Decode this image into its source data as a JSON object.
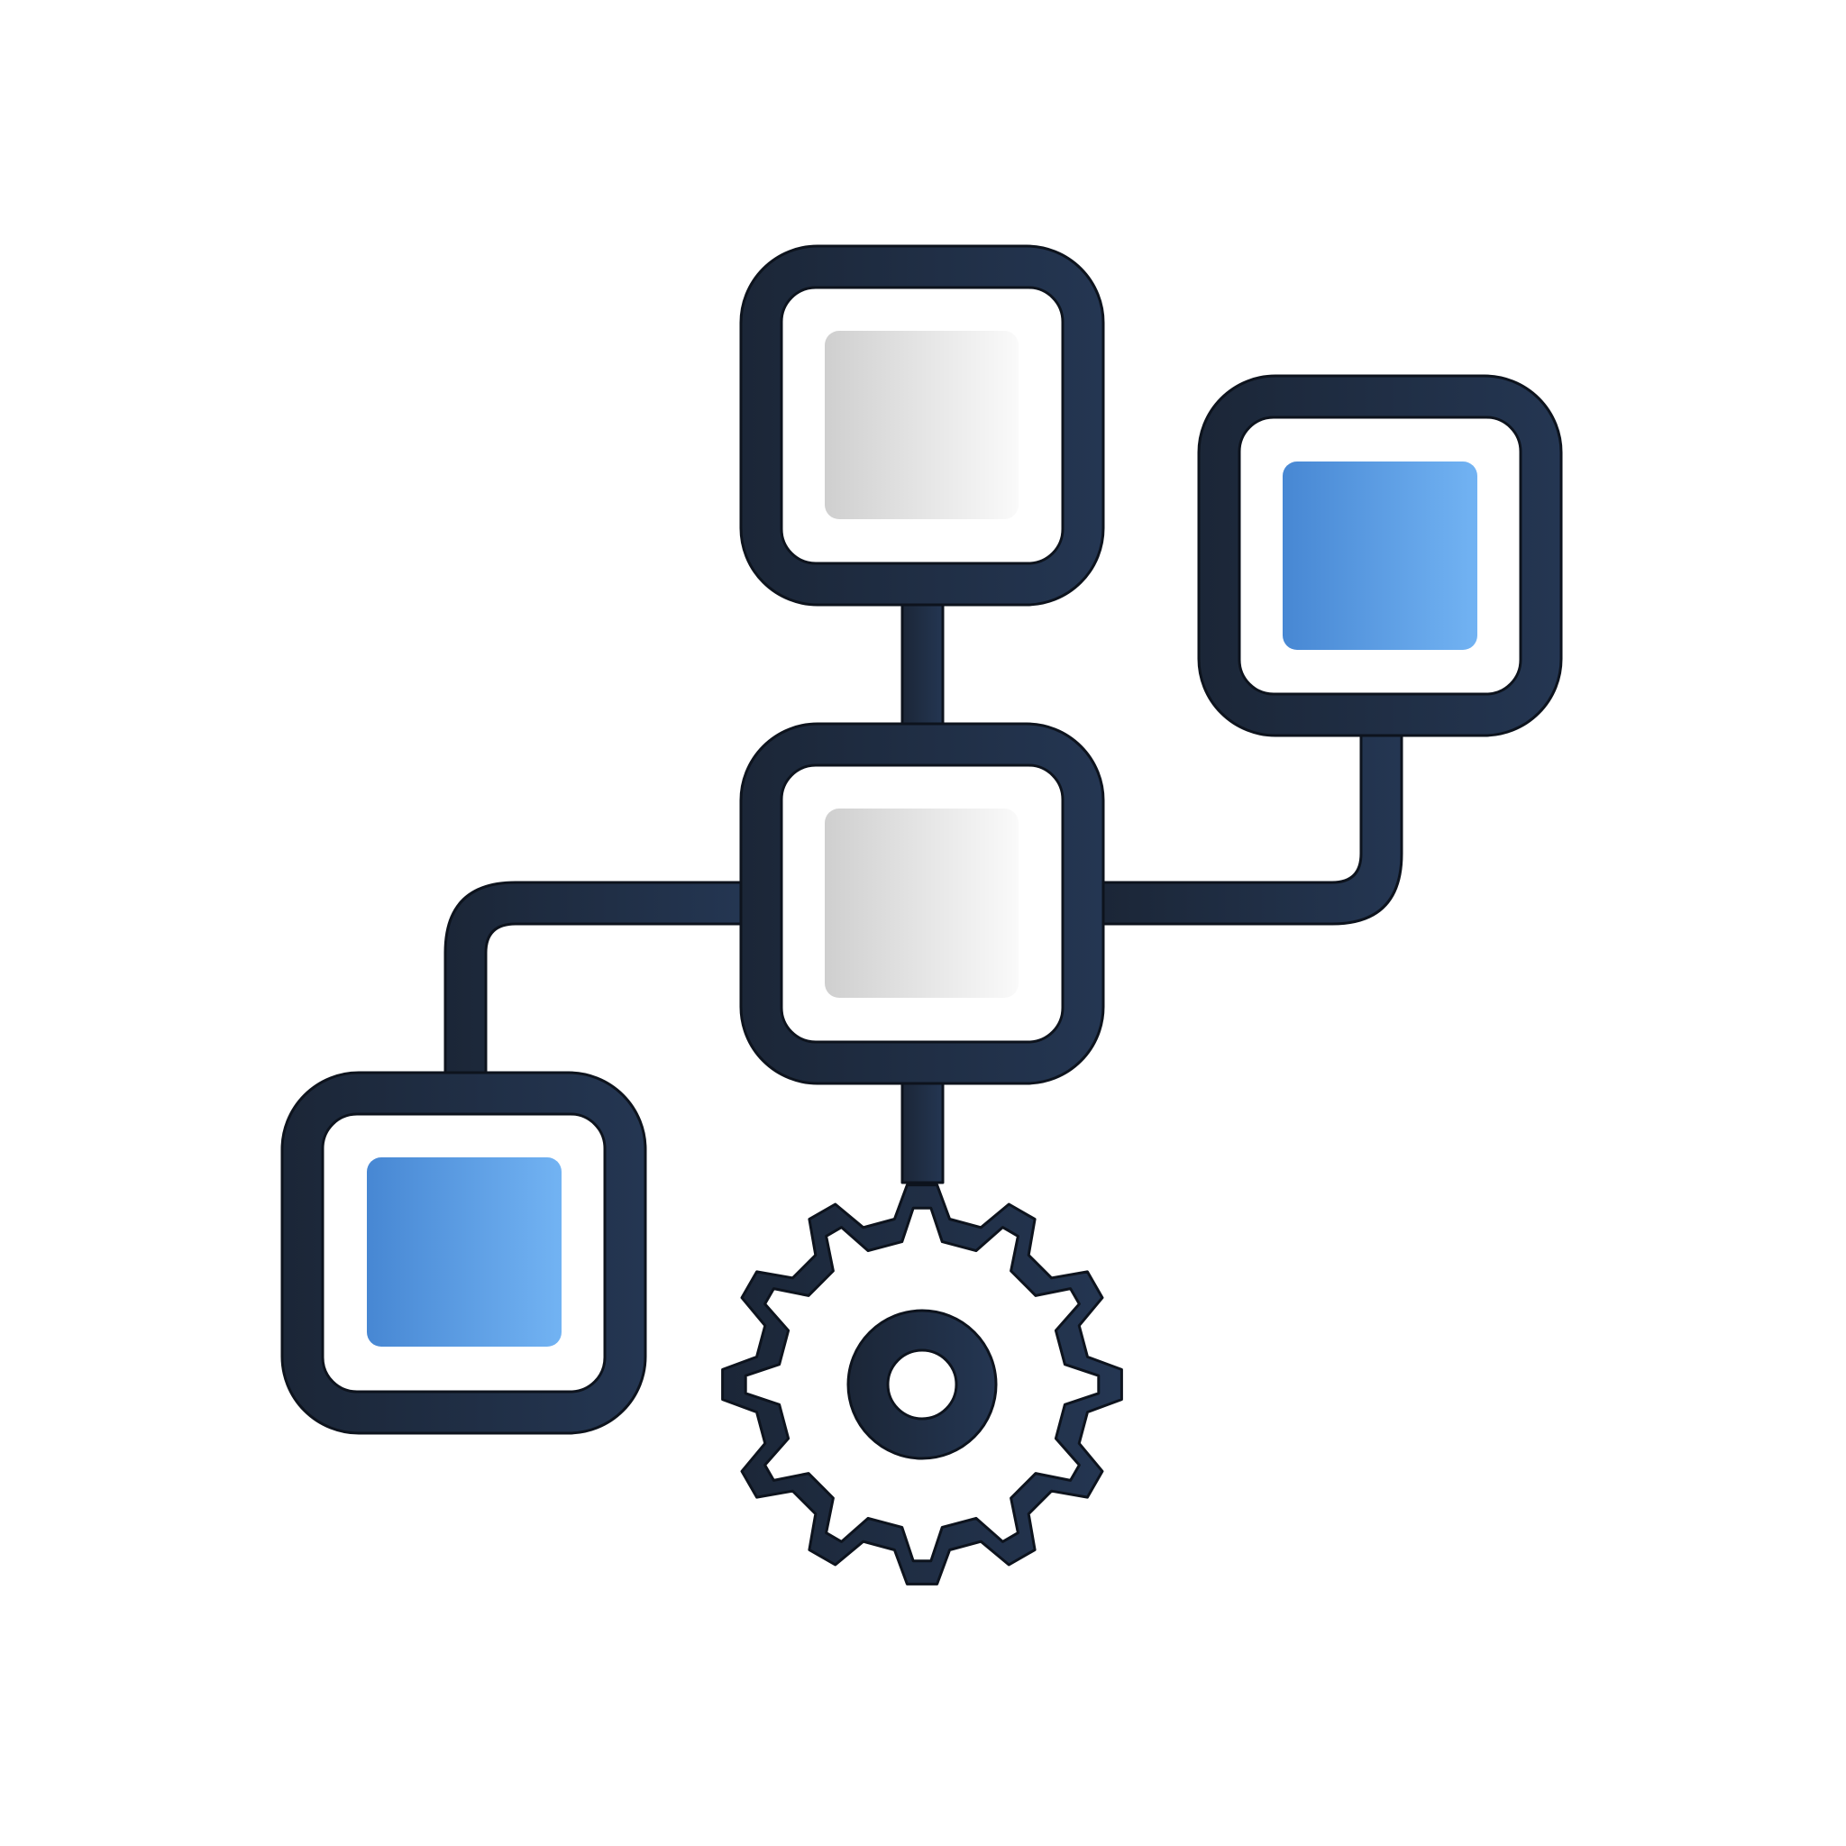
{
  "diagram": {
    "nodes": [
      {
        "id": "top",
        "fill": "gray"
      },
      {
        "id": "right",
        "fill": "blue"
      },
      {
        "id": "center",
        "fill": "gray"
      },
      {
        "id": "left",
        "fill": "blue"
      }
    ],
    "connectors": [
      {
        "from": "top",
        "to": "center"
      },
      {
        "from": "center",
        "to": "right"
      },
      {
        "from": "center",
        "to": "left"
      },
      {
        "from": "center",
        "to": "gear"
      }
    ],
    "gear": {
      "icon": "gear-icon",
      "teeth": 12
    }
  },
  "colors": {
    "background": "#ffffff",
    "frame_dark": "#1b2637",
    "frame_dark_alt": "#243652",
    "outline": "#0d131d",
    "inner_fill": "#ffffff",
    "gray_start": "#cfcfcf",
    "gray_end": "#fafafa",
    "blue_start": "#4787d3",
    "blue_end": "#72b3f3"
  }
}
